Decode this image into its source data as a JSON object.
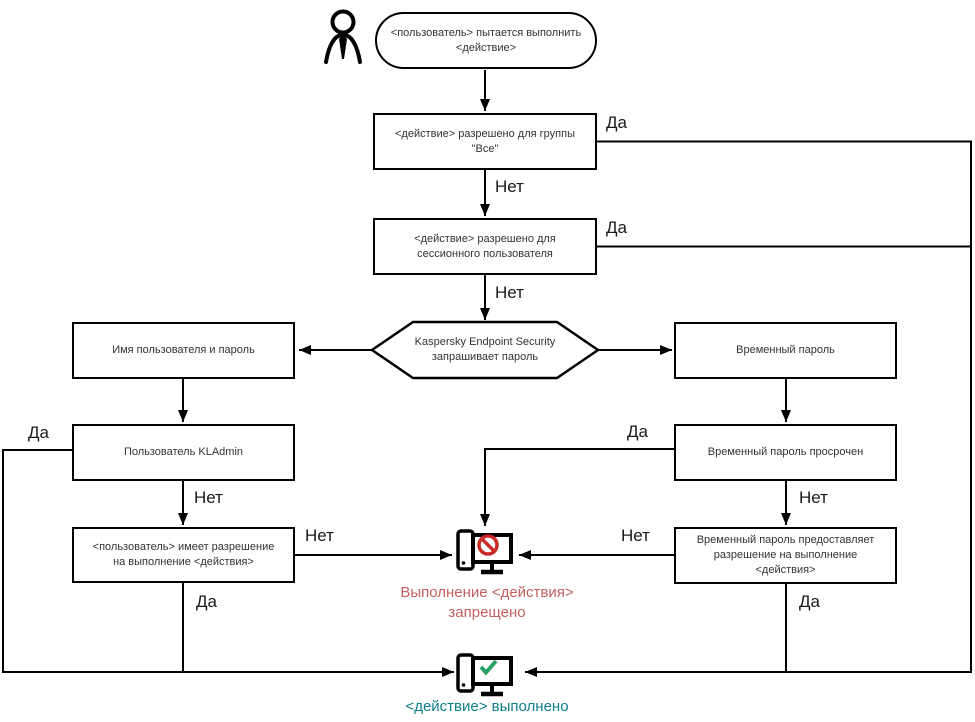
{
  "nodes": {
    "start": "<пользователь> пытается выполнить <действие>",
    "allowed_for_all": "<действие> разрешено для группы \"Все\"",
    "allowed_for_session": "<действие> разрешено для сессионного пользователя",
    "kes_prompt": "Kaspersky Endpoint Security запрашивает пароль",
    "username_password": "Имя пользователя и пароль",
    "temp_password": "Временный пароль",
    "kladmin": "Пользователь KLAdmin",
    "temp_expired": "Временный пароль просрочен",
    "user_has_permission": "<пользователь> имеет разрешение на выполнение <действия>",
    "temp_grants_permission": "Временный пароль предоставляет разрешение на выполнение <действия>"
  },
  "labels": {
    "all_yes": "Да",
    "all_no": "Нет",
    "session_yes": "Да",
    "session_no": "Нет",
    "kladmin_yes": "Да",
    "kladmin_no": "Нет",
    "expired_yes": "Да",
    "expired_no": "Нет",
    "user_perm_no": "Нет",
    "user_perm_yes": "Да",
    "temp_perm_no": "Нет",
    "temp_perm_yes": "Да"
  },
  "captions": {
    "blocked": "Выполнение <действия> запрещено",
    "done": "<действие> выполнено"
  },
  "icons": {
    "user": "user-icon",
    "blocked": "computer-blocked-icon",
    "done": "computer-check-icon"
  },
  "colors": {
    "box_text": "#333333",
    "line": "#000000",
    "blocked_text": "#c4605e",
    "done_text": "#0d8089",
    "icon_red": "#cc2a27",
    "icon_green": "#2aa164"
  }
}
